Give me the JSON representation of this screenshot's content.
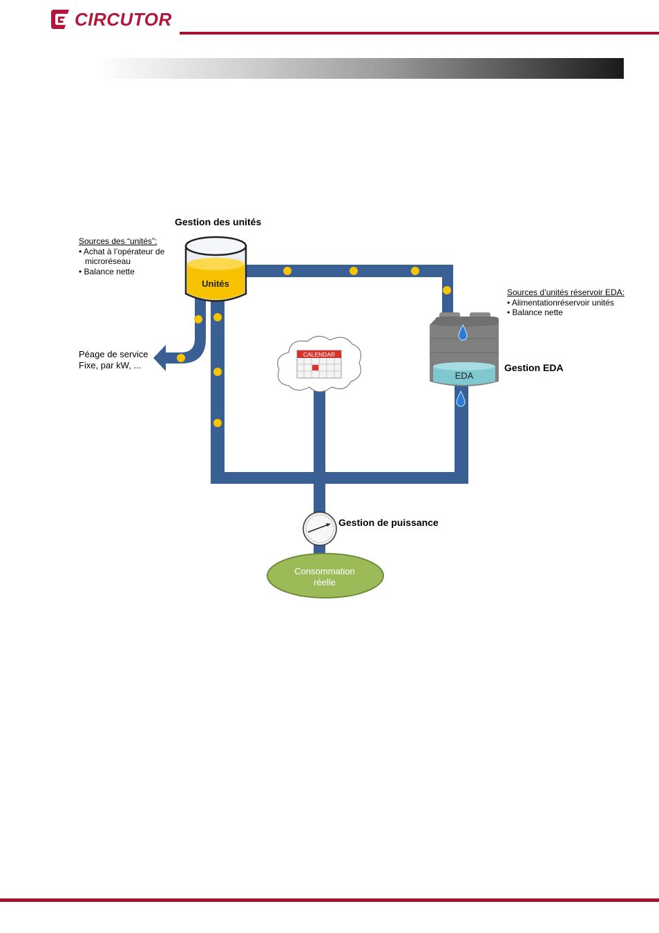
{
  "header": {
    "brand": "CIRCUTOR",
    "brand_color": "#b0173a",
    "rule_color": "#a3132f"
  },
  "diagram": {
    "title_units": "Gestion des unités",
    "units_tank_label": "Unités",
    "sources_units": {
      "heading": "Sources des  “unités”:",
      "items": [
        "• Achat à l’opérateur de",
        "microréseau",
        "• Balance nette"
      ]
    },
    "service_toll": {
      "line1": "Péage de service",
      "line2": "Fixe, par kW, ..."
    },
    "calendar_label": "CALENDAR",
    "sources_eda": {
      "heading": "Sources d’unités réservoir EDA:",
      "items": [
        "• Alimentationréservoir unités",
        "• Balance nette"
      ]
    },
    "eda_tank_label": "EDA",
    "title_eda": "Gestion EDA",
    "title_power": "Gestion de puissance",
    "consumption": {
      "line1": "Consommation",
      "line2": "réelle"
    },
    "colors": {
      "pipe": "#3a5f95",
      "dot": "#f6c400",
      "units_liquid": "#f7c300",
      "eda_liquid": "#7fc8cf",
      "consumption_fill": "#9bbb59",
      "tank_grey": "#7d7d7d"
    },
    "icons": [
      "drop-icon",
      "gauge-icon",
      "calendar-icon",
      "cloud-icon",
      "arrow-left-icon"
    ]
  }
}
